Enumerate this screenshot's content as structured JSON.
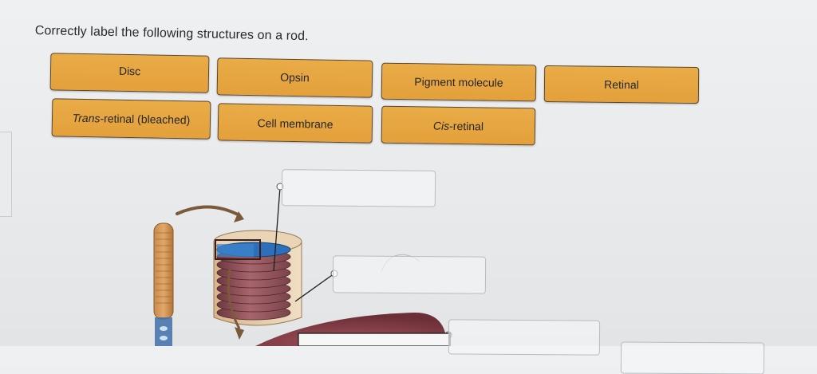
{
  "question": {
    "instruction": "Correctly label the following structures on a rod."
  },
  "labels": [
    {
      "id": "disc",
      "text": "Disc"
    },
    {
      "id": "opsin",
      "text": "Opsin"
    },
    {
      "id": "pigment-molecule",
      "text": "Pigment molecule"
    },
    {
      "id": "retinal",
      "text": "Retinal"
    },
    {
      "id": "trans-retinal-bleached",
      "text": "Trans-retinal (bleached)"
    },
    {
      "id": "cell-membrane",
      "text": "Cell membrane"
    },
    {
      "id": "cis-retinal",
      "text": "Cis-retinal"
    }
  ],
  "colors": {
    "tile": "#e6a640",
    "tile_border": "#5a4326",
    "drop_border": "#b8bcc2",
    "disc_stack": "#8b4a52",
    "disc_highlight": "#2d6fb8",
    "arrow": "#7b5a3a"
  }
}
